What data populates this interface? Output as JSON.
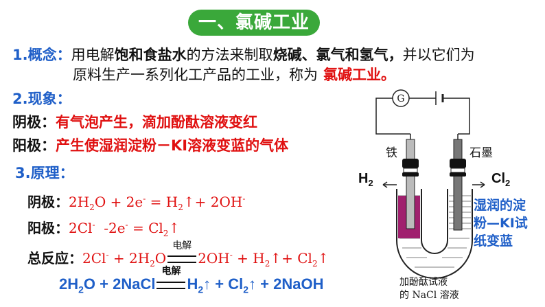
{
  "banner": "一、氯碱工业",
  "concept": {
    "num": "1.概念：",
    "p1": "用电解",
    "b1": "饱和食盐水",
    "p2": "的方法来制取",
    "b2": "烧碱、氯气和氢气，",
    "p3": "并以它们为",
    "line2": "原料生产一系列化工产品的工业，称为",
    "term": "氯碱工业。"
  },
  "phenomenon": {
    "title": "2.现象：",
    "cathode_label": "阴极：",
    "cathode_text": "有气泡产生，滴加酚酞溶液变红",
    "anode_label": "阳极：",
    "anode_text": "产生使湿润淀粉－KI溶液变蓝的气体"
  },
  "principle": {
    "title": "3.原理：",
    "cathode_label": "阴极：",
    "anode_label": "阳极：",
    "total_label": "总反应：",
    "condition": "电解"
  },
  "diagram": {
    "galvanometer": "G",
    "left_electrode": "铁",
    "right_electrode": "石墨",
    "left_gas": "H2",
    "right_gas": "Cl2",
    "ki_note": [
      "湿润的淀",
      "粉—KI试",
      "纸变蓝"
    ],
    "caption": [
      "加酚酞试液",
      "的 NaCl 溶液"
    ],
    "colors": {
      "solution_red": "#a0206e",
      "liquid": "#ffffff",
      "outline": "#222222"
    }
  }
}
